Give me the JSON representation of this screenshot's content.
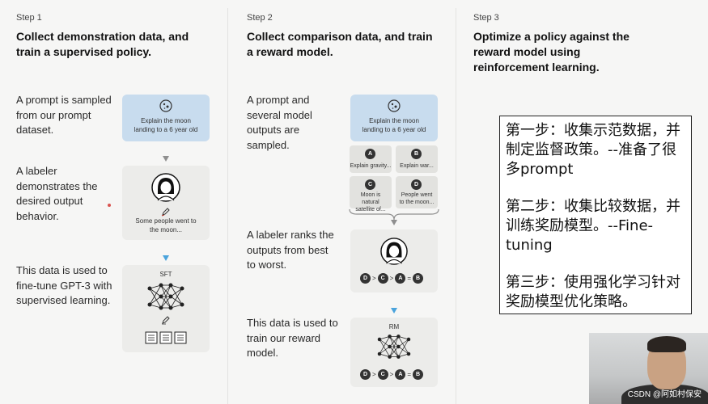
{
  "step1": {
    "label": "Step 1",
    "title": "Collect demonstration data, and train a supervised policy.",
    "desc1": "A prompt is sampled from our prompt dataset.",
    "desc2": "A labeler demonstrates the desired output behavior.",
    "desc3": "This data is used to fine-tune GPT-3 with supervised learning.",
    "prompt_card": "Explain the moon landing to a 6 year old",
    "labeler_output": "Some people went to the moon...",
    "model_label": "SFT"
  },
  "step2": {
    "label": "Step 2",
    "title": "Collect comparison data, and train a reward model.",
    "desc1": "A prompt and several model outputs are sampled.",
    "desc2": "A labeler ranks the outputs from best to worst.",
    "desc3": "This data is used to train our reward model.",
    "prompt_card": "Explain the moon landing to a 6 year old",
    "outputs": [
      {
        "letter": "A",
        "text": "Explain gravity..."
      },
      {
        "letter": "B",
        "text": "Explain war..."
      },
      {
        "letter": "C",
        "text": "Moon is natural satellite of..."
      },
      {
        "letter": "D",
        "text": "People went to the moon..."
      }
    ],
    "ranking": [
      "D",
      ">",
      "C",
      ">",
      "A",
      "=",
      "B"
    ],
    "model_label": "RM"
  },
  "step3": {
    "label": "Step 3",
    "title": "Optimize a policy against the reward model using reinforcement learning."
  },
  "notes": {
    "line1": "第一步：收集示范数据，并制定监督政策。--准备了很多prompt",
    "line2": "第二步：收集比较数据，并训练奖励模型。--Fine-tuning",
    "line3": "第三步：使用强化学习针对奖励模型优化策略。"
  },
  "watermark": "CSDN @阿如村保安"
}
